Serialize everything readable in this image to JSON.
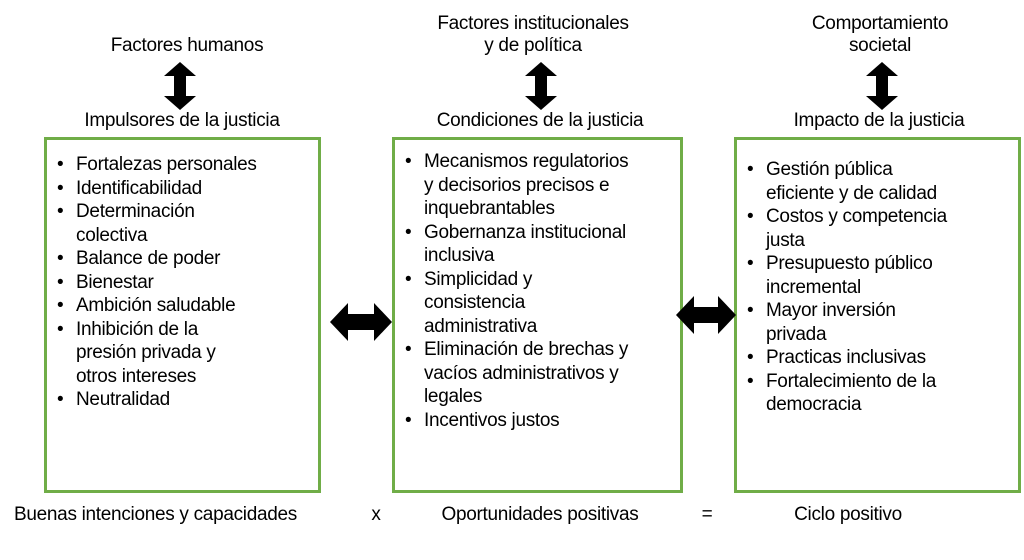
{
  "columns": [
    {
      "top_label_lines": [
        "Factores humanos"
      ],
      "header": "Impulsores de la justicia",
      "items": [
        [
          "Fortalezas personales"
        ],
        [
          "Identificabilidad"
        ],
        [
          "Determinación",
          "colectiva"
        ],
        [
          "Balance de poder"
        ],
        [
          "Bienestar"
        ],
        [
          "Ambición saludable"
        ],
        [
          "Inhibición de la",
          "presión privada y",
          "otros intereses"
        ],
        [
          "Neutralidad"
        ]
      ],
      "bottom_label": "Buenas intenciones y capacidades"
    },
    {
      "top_label_lines": [
        "Factores institucionales",
        "y de política"
      ],
      "header": "Condiciones de la justicia",
      "items": [
        [
          "Mecanismos regulatorios",
          "y decisorios precisos e",
          "inquebrantables"
        ],
        [
          "Gobernanza institucional",
          "inclusiva"
        ],
        [
          "Simplicidad y",
          "consistencia",
          "administrativa"
        ],
        [
          "Eliminación de brechas y",
          "vacíos administrativos y",
          "legales"
        ],
        [
          "Incentivos justos"
        ]
      ],
      "bottom_label": "Oportunidades positivas"
    },
    {
      "top_label_lines": [
        "Comportamiento",
        "societal"
      ],
      "header": "Impacto de la justicia",
      "items": [
        [
          "Gestión pública",
          "eficiente y de calidad"
        ],
        [
          "Costos y competencia",
          "justa"
        ],
        [
          "Presupuesto público",
          "incremental"
        ],
        [
          "Mayor inversión",
          "privada"
        ],
        [
          "Practicas inclusivas"
        ],
        [
          "Fortalecimiento de la",
          "democracia"
        ]
      ],
      "bottom_label": "Ciclo positivo"
    }
  ],
  "operators": {
    "multiply": "x",
    "equals": "="
  },
  "colors": {
    "box_border": "#70AD47",
    "arrow": "#000000",
    "text": "#000000"
  }
}
